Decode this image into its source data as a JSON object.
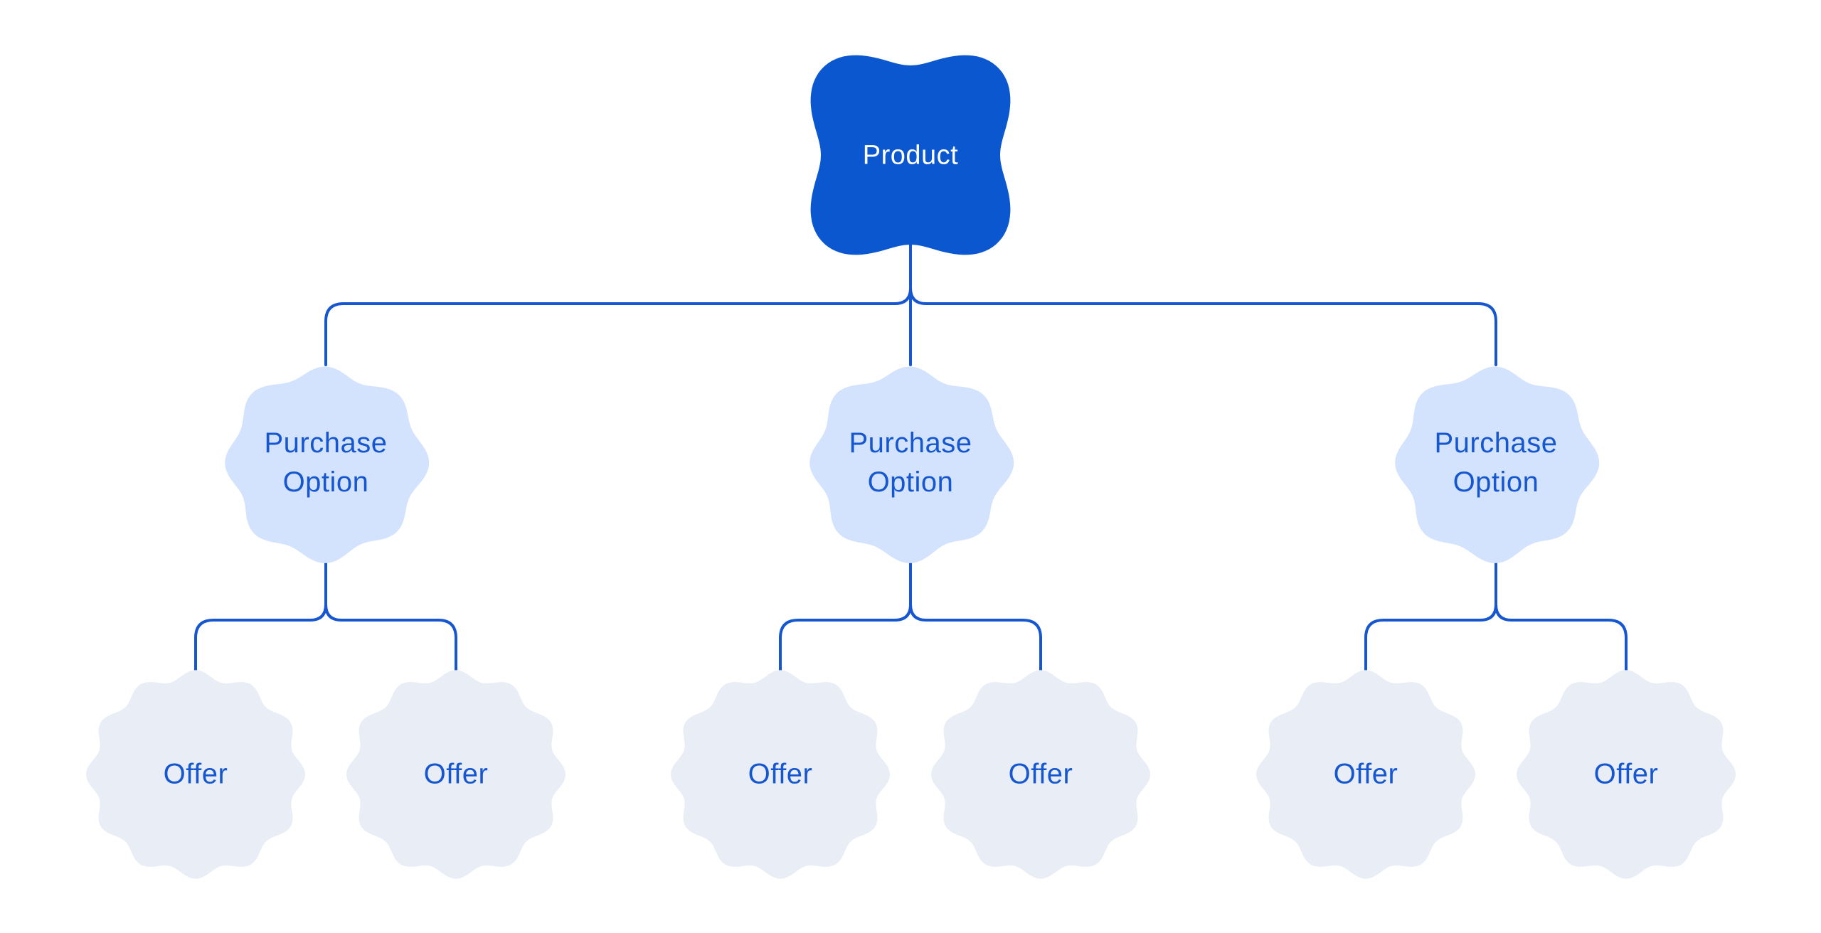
{
  "diagram": {
    "type": "tree",
    "root": {
      "label": "Product"
    },
    "purchase_options": [
      {
        "label": "Purchase Option",
        "offers": [
          {
            "label": "Offer"
          },
          {
            "label": "Offer"
          }
        ]
      },
      {
        "label": "Purchase Option",
        "offers": [
          {
            "label": "Offer"
          },
          {
            "label": "Offer"
          }
        ]
      },
      {
        "label": "Purchase Option",
        "offers": [
          {
            "label": "Offer"
          },
          {
            "label": "Offer"
          }
        ]
      }
    ],
    "colors": {
      "background": "#ffffff",
      "product_fill": "#0b57d0",
      "product_text": "#ffffff",
      "purchase_option_fill": "#d3e3fd",
      "offer_fill": "#e8edf6",
      "accent": "#1657d0"
    }
  }
}
